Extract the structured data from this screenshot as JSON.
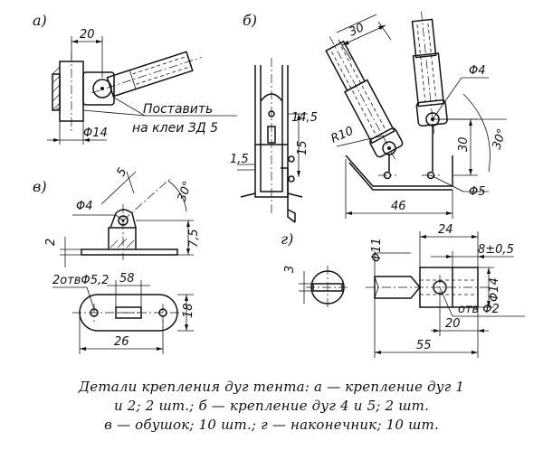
{
  "labels": {
    "a": "а)",
    "b": "б)",
    "v": "в)",
    "g": "г)"
  },
  "dims_a": {
    "d20": "20",
    "d14": "Φ14",
    "note_line1": "Поставить",
    "note_line2": "на клеи ЗД 5"
  },
  "dims_b": {
    "d30": "30",
    "d4": "Φ4",
    "d14_5": "14,5",
    "d15": "15",
    "d1_5": "1,5",
    "r10": "R10",
    "d30_side": "30",
    "angle": "30°",
    "d5": "Φ5",
    "d46": "46"
  },
  "dims_v": {
    "d4": "Φ4",
    "d5": "5",
    "angle": "30°",
    "d2": "2",
    "d7_5": "7,5",
    "holes": "2отвΦ5,2",
    "d58": "58",
    "d18": "18",
    "d26": "26"
  },
  "dims_g": {
    "d3": "3",
    "d11": "Φ11",
    "d24": "24",
    "d8": "8±0,5",
    "d14": "Φ14",
    "hole": "отв Φ2",
    "d20": "20",
    "d55": "55"
  },
  "caption": {
    "line1": "Детали крепления дуг тента: а — крепление дуг 1",
    "line2": "и 2; 2 шт.; б — крепление дуг 4 и 5; 2 шт.",
    "line3": "в — обушок; 10 шт.; г — наконечник; 10 шт."
  }
}
